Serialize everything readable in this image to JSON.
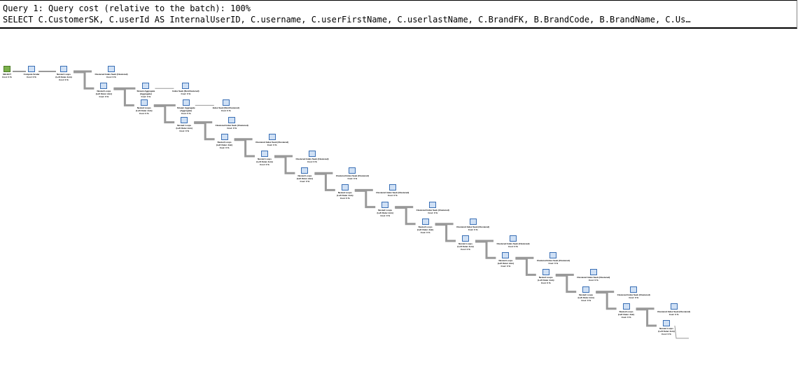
{
  "header": {
    "cost_line": "Query 1: Query cost (relative to the batch): 100%",
    "sql_line": "SELECT C.CustomerSK, C.userId AS InternalUserID, C.username, C.userFirstName, C.userlastName, C.BrandFK, B.BrandCode, B.BrandName, C.Us…"
  },
  "plan": {
    "select": {
      "label": "SELECT",
      "cost": "Cost: 0 %"
    },
    "compute": {
      "label": "Compute Scalar",
      "cost": "Cost: 0 %"
    },
    "join_label": "Nested Loops",
    "join_type": "(Left Outer Join)",
    "scan_label": "Clustered Index Seek (Clustered)",
    "agg_label": "Stream Aggregate",
    "agg_sub": "(Aggregate)",
    "seek_label": "Index Seek (NonClustered)",
    "cost": "Cost: 0 %",
    "rows": 16
  }
}
